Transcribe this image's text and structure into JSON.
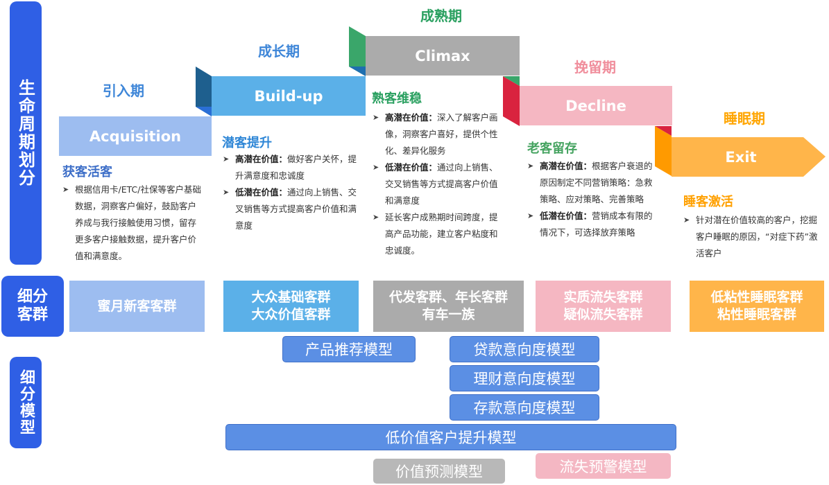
{
  "left_labels": {
    "lifecycle": "生命周期划分",
    "segment": "细分\n客群",
    "model": "细分模型"
  },
  "colors": {
    "blue_label": "#2f5fe5",
    "acquisition": "#9dbdf0",
    "buildup": "#5bb0e8",
    "climax": "#ababab",
    "decline": "#f5b7c2",
    "exit": "#ffb54a"
  },
  "stages": [
    {
      "title": "引入期",
      "band": "Acquisition",
      "subtitle": "获客活客",
      "bullets": [
        {
          "strong": "",
          "text": "根据信用卡/ETC/社保等客户基础数据，洞察客户偏好，鼓励客户养成与我行接触使用习惯，留存更多客户接触数据，提升客户价值和满意度。"
        }
      ]
    },
    {
      "title": "成长期",
      "band": "Build-up",
      "subtitle": "潜客提升",
      "bullets": [
        {
          "strong": "高潜在价值：",
          "text": "做好客户关怀，提升满意度和忠诚度"
        },
        {
          "strong": "低潜在价值：",
          "text": "通过向上销售、交叉销售等方式提高客户价值和满意度"
        }
      ]
    },
    {
      "title": "成熟期",
      "band": "Climax",
      "subtitle": "熟客维稳",
      "bullets": [
        {
          "strong": "高潜在价值：",
          "text": "深入了解客户画像，洞察客户喜好，提供个性化、差异化服务"
        },
        {
          "strong": "低潜在价值：",
          "text": "通过向上销售、交叉销售等方式提高客户价值和满意度"
        },
        {
          "strong": "",
          "text": "延长客户成熟期时间跨度，提高产品功能，建立客户粘度和忠诚度。"
        }
      ]
    },
    {
      "title": "挽留期",
      "band": "Decline",
      "subtitle": "老客留存",
      "bullets": [
        {
          "strong": "高潜在价值：",
          "text": "根据客户衰退的原因制定不同营销策略：急救策略、应对策略、完善策略"
        },
        {
          "strong": "低潜在价值：",
          "text": "营销成本有限的情况下，可选择放弃策略"
        }
      ]
    },
    {
      "title": "睡眠期",
      "band": "Exit",
      "subtitle": "睡客激活",
      "bullets": [
        {
          "strong": "",
          "text": "针对潜在价值较高的客户，挖掘客户睡眠的原因，“对症下药”激活客户"
        }
      ]
    }
  ],
  "segments": [
    "蜜月新客客群",
    "大众基础客群\n大众价值客群",
    "代发客群、年长客群\n有车一族",
    "实质流失客群\n疑似流失客群",
    "低粘性睡眠客群\n粘性睡眠客群"
  ],
  "models": {
    "product_recommend": "产品推荐模型",
    "loan_intent": "贷款意向度模型",
    "wealth_intent": "理财意向度模型",
    "deposit_intent": "存款意向度模型",
    "low_value_upgrade": "低价值客户提升模型",
    "value_predict": "价值预测模型",
    "churn_warning": "流失预警模型"
  }
}
